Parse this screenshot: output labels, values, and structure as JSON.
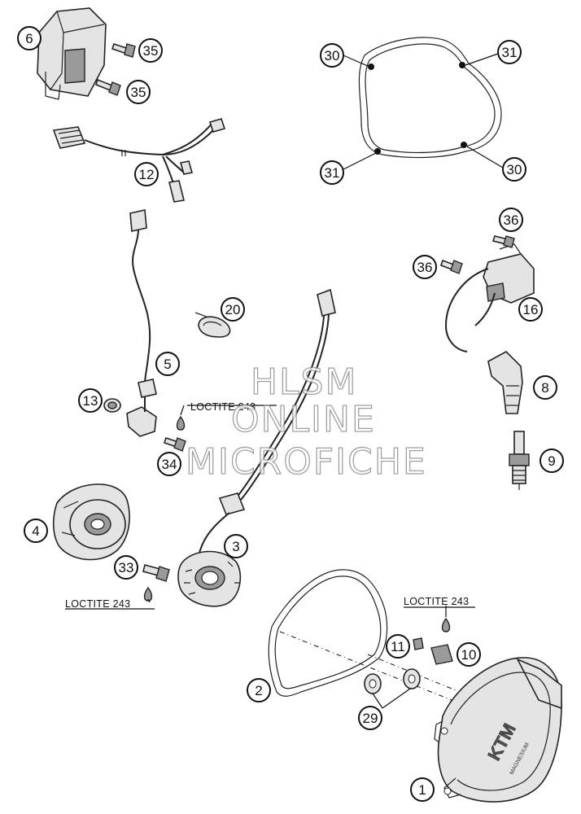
{
  "callouts": {
    "c6": "6",
    "c35a": "35",
    "c35b": "35",
    "c12": "12",
    "c30a": "30",
    "c31a": "31",
    "c31b": "31",
    "c30b": "30",
    "c36a": "36",
    "c36b": "36",
    "c16": "16",
    "c20": "20",
    "c5": "5",
    "c13": "13",
    "c34": "34",
    "c8": "8",
    "c9": "9",
    "c4": "4",
    "c3": "3",
    "c33": "33",
    "c11": "11",
    "c10": "10",
    "c2": "2",
    "c29": "29",
    "c1": "1"
  },
  "notes": {
    "loctite_a": "LOCTITE 243",
    "loctite_b": "LOCTITE 243",
    "loctite_c": "LOCTITE 243"
  },
  "watermark": {
    "line1": "HLSM",
    "line2": "ONLINE",
    "line3": "MICROFICHE"
  },
  "cover_logo": "KTM",
  "cover_sub": "MAGNESIUM"
}
